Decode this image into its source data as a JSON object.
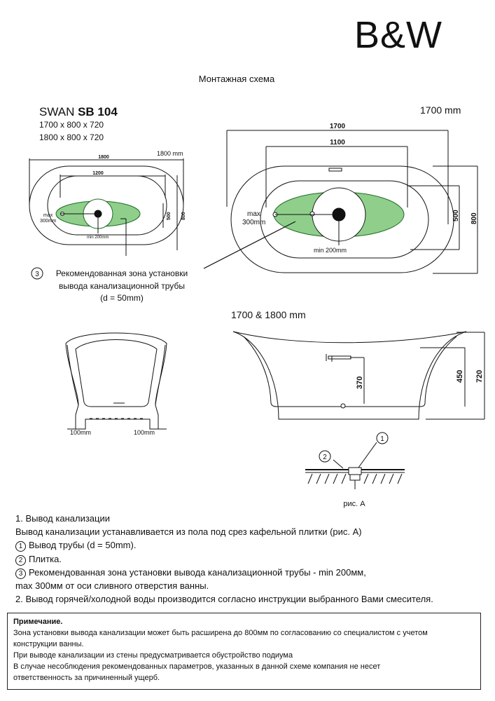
{
  "brand": "B&W",
  "title": "Монтажная схема",
  "model": {
    "name_prefix": "SWAN ",
    "name_code": "SB 104",
    "sizes": [
      "1700 x 800 x 720",
      "1800 x 800 x 720"
    ]
  },
  "small_plan": {
    "caption": "1800 mm",
    "dims": [
      "1800",
      "1200",
      "500",
      "800"
    ],
    "max_label": "max",
    "max_value": "300mm",
    "min_label": "min 200mm"
  },
  "large_plan": {
    "caption": "1700 mm",
    "dims": [
      "1700",
      "1100",
      "500",
      "800"
    ],
    "max_label": "max",
    "max_value": "300mm",
    "min_label": "min 200mm"
  },
  "callout": {
    "number": "3",
    "lines": [
      "Рекомендованная зона установки",
      "вывода канализационной трубы",
      "(d = 50mm)"
    ]
  },
  "side_view": {
    "caption": "1700 & 1800 mm",
    "dims": [
      "370",
      "450",
      "720"
    ]
  },
  "end_view": {
    "left_label": "100mm",
    "right_label": "100mm"
  },
  "detail": {
    "marker1": "1",
    "marker2": "2",
    "caption": "рис. А"
  },
  "notes": {
    "heading": "1. Вывод канализации",
    "line1": "Вывод канализации устанавливается из пола под срез кафельной плитки (рис. А)",
    "items": [
      {
        "n": "1",
        "text": "Вывод трубы (d = 50mm)."
      },
      {
        "n": "2",
        "text": "Плитка."
      },
      {
        "n": "3",
        "text": "Рекомендованная зона установки вывода канализационной трубы - min 200мм,"
      }
    ],
    "line_cont": "max 300мм от оси сливного отверстия ванны.",
    "line2": "2. Вывод горячей/холодной воды производится согласно инструкции выбранного Вами смесителя."
  },
  "remark": {
    "heading": "Примечание.",
    "lines": [
      "Зона установки вывода канализации может быть расширена до 800мм по согласованию со специалистом с учетом",
      "конструкции ванны.",
      "При выводе канализации из стены предусматривается обустройство подиума",
      "В случае несоблюдения рекомендованных параметров, указанных в данной схеме компания не несет",
      "ответственность за причиненный ущерб."
    ]
  },
  "colors": {
    "zone": "#8fcf8b",
    "line": "#111111"
  }
}
